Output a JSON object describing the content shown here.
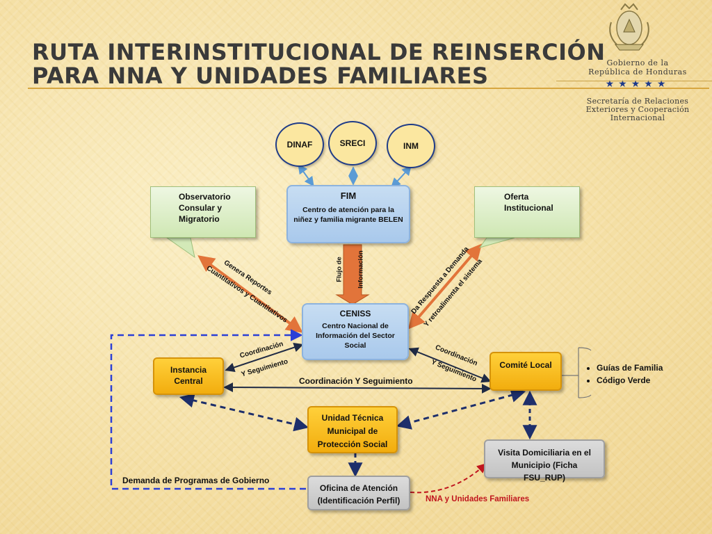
{
  "title_line1": "RUTA INTERINSTITUCIONAL DE REINSERCIÓN",
  "title_line2": "PARA NNA Y UNIDADES FAMILIARES",
  "logo": {
    "gov_line1": "Gobierno de la",
    "gov_line2": "República de Honduras",
    "stars": "★★★★★",
    "secretaria_line1": "Secretaría de Relaciones",
    "secretaria_line2": "Exteriores y Cooperación",
    "secretaria_line3": "Internacional",
    "icon": "coat-of-arms"
  },
  "nodes": {
    "dinaf": "DINAF",
    "sreci": "SRECI",
    "inm": "INM",
    "fim": {
      "name": "FIM",
      "desc": "Centro de atención para la niñez y familia migrante BELEN"
    },
    "observatorio": "Observatorio Consular y Migratorio",
    "oferta": "Oferta Institucional",
    "ceniss": {
      "name": "CENISS",
      "desc": "Centro Nacional de Información del Sector Social"
    },
    "instancia": "Instancia Central",
    "comite": "Comité Local",
    "unidad": "Unidad Técnica Municipal de Protección Social",
    "oficina": "Oficina de Atención (Identificación Perfil)",
    "visita": "Visita Domiciliaria en el Municipio (Ficha FSU_RUP)"
  },
  "labels": {
    "genera1": "Genera Reportes",
    "genera2": "Cuantitativos y Cuantitativos",
    "flujo1": "Flujo de",
    "flujo2": "Información",
    "da1": "Da Respuesta a Demanda",
    "da2": "Y retroalimenta el sistema",
    "coord_left1": "Coordinación",
    "coord_left2": "Y Seguimiento",
    "coord_right1": "Coordinación",
    "coord_right2": "Y Seguimiento",
    "coord_mid": "Coordinación Y Seguimiento",
    "demanda": "Demanda de Programas de Gobierno",
    "nna": "NNA y Unidades Familiares"
  },
  "comite_items": [
    "Guías de Familia",
    "Código Verde"
  ],
  "colors": {
    "title": "#3a3a3a",
    "arrow_dark": "#1f2a44",
    "arrow_dashed": "#1e2f6b",
    "arrow_blue_dashed": "#2b3fd6",
    "arrow_red": "#c0161e",
    "arrow_orange": "#e2743a"
  }
}
